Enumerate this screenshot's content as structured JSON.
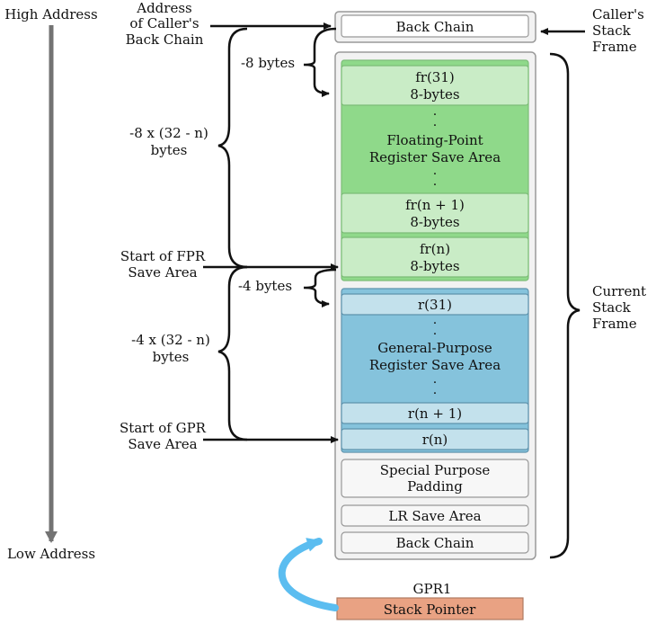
{
  "axis": {
    "high_label": "High Address",
    "low_label": "Low Address"
  },
  "left_labels": {
    "caller_back_chain": [
      "Address",
      "of Caller's",
      "Back Chain"
    ],
    "minus_8_bytes": "-8 bytes",
    "fpr_size": [
      "-8 x (32 - n)",
      "bytes"
    ],
    "start_fpr": [
      "Start of FPR",
      "Save Area"
    ],
    "minus_4_bytes": "-4 bytes",
    "gpr_size": [
      "-4 x (32 - n)",
      "bytes"
    ],
    "start_gpr": [
      "Start of GPR",
      "Save Area"
    ]
  },
  "right_labels": {
    "caller_frame": [
      "Caller's",
      "Stack",
      "Frame"
    ],
    "current_frame": [
      "Current",
      "Stack",
      "Frame"
    ]
  },
  "caller_frame_box": {
    "label": "Back Chain"
  },
  "fpr_area": {
    "top_slot": [
      "fr(31)",
      "8-bytes"
    ],
    "title": [
      "Floating-Point",
      "Register Save Area"
    ],
    "mid_slot": [
      "fr(n + 1)",
      "8-bytes"
    ],
    "bottom_slot": [
      "fr(n)",
      "8-bytes"
    ],
    "dots": "."
  },
  "gpr_area": {
    "top_slot": "r(31)",
    "title": [
      "General-Purpose",
      "Register Save Area"
    ],
    "mid_slot": "r(n + 1)",
    "bottom_slot": "r(n)",
    "dots": "."
  },
  "lower_boxes": {
    "padding": [
      "Special Purpose",
      "Padding"
    ],
    "lr_save": "LR Save Area",
    "back_chain": "Back Chain"
  },
  "register": {
    "name": "GPR1",
    "label": "Stack Pointer"
  },
  "colors": {
    "frame_fill": "#f2f2f2",
    "frame_stroke": "#999999",
    "white_box": "#ffffff",
    "light_box": "#f7f7f7",
    "fpr_dark": "#8fd98a",
    "fpr_light": "#c9ecc6",
    "fpr_stroke": "#7cbd77",
    "gpr_dark": "#85c3dc",
    "gpr_light": "#c3e1ec",
    "gpr_stroke": "#5e93ad",
    "stack_pointer": "#e9a283",
    "pointer_arrow": "#5bbdf0",
    "axis_arrow": "#737373"
  }
}
